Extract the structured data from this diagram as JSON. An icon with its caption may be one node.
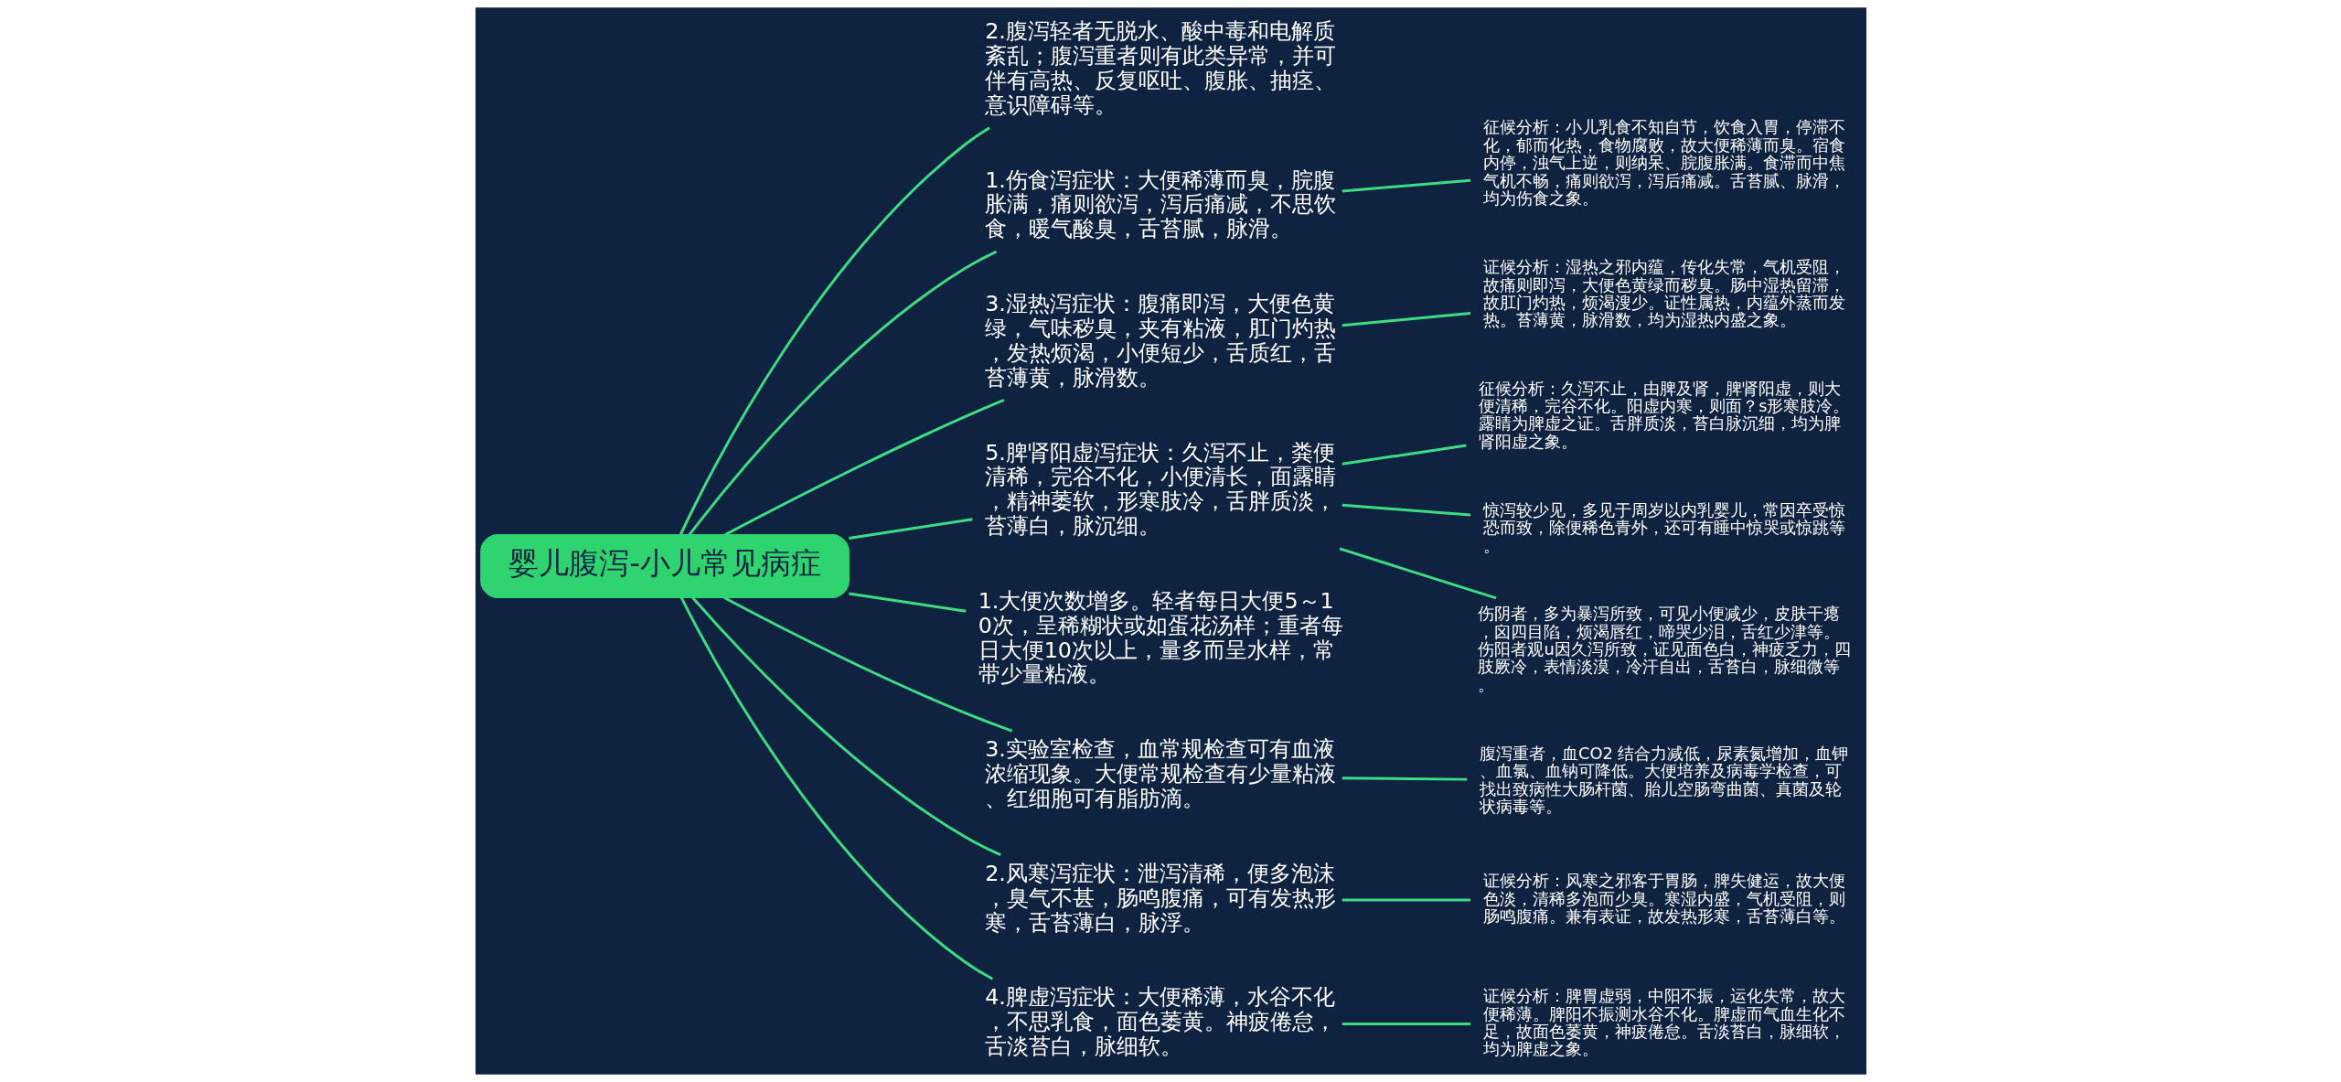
{
  "diagram": {
    "nodes": [
      {
        "text": [
          "婴儿腹泻-小儿常见病症"
        ]
      },
      {
        "text": [
          "2.腹泻轻者无脱水、酸中毒和电解质紊乱；腹泻重者则有此类异常，并可伴有高热、反复呕吐、腹胀、抽痉、意识障碍等。"
        ]
      },
      {
        "text": [
          "1.伤食泻症状：大便稀薄而臭，脘腹胀满，痛则欲泻，泻后痛减，不思饮食，暖气酸臭，舌苔腻，脉滑。"
        ]
      },
      {
        "text": [
          "征候分析：小儿乳食不知自节，饮食入胃，停滞不化，郁而化热，食物腐败，故大便稀薄而臭。宿食内停，浊气上逆，则纳呆、脘腹胀满。食滞而中焦气机不畅，痛则欲泻，泻后痛减。舌苔腻、脉滑，均为伤食之象。"
        ]
      },
      {
        "text": [
          "3.湿热泻症状：腹痛即泻，大便色黄绿，气味秽臭，夹有粘液，肛门灼热，发热烦渴，小便短少，舌质红，舌苔薄黄，脉滑数。"
        ]
      },
      {
        "text": [
          "证候分析：湿热之邪内蕴，传化失常，气机受阻，故痛则即泻，大便色黄绿而秽臭。肠中湿热留滞，故肛门灼热，烦渴溲少。证性属热，内蕴外蒸而发热。苔薄黄，脉滑数，均为湿热内盛之象。"
        ]
      },
      {
        "text": [
          "5.脾肾阳虚泻症状：久泻不止，粪便清稀，完谷不化，小便清长，面露睛，精神萎软，形寒肢冷，舌胖质淡，苔薄白，脉沉细。"
        ]
      },
      {
        "text": [
          "征候分析：久泻不止，由脾及肾，脾肾阳虚，则大便清稀，完谷不化。阳虚内寒，则面？s形寒肢冷。露睛为脾虚之证。舌胖质淡，苔白脉沉细，均为脾肾阳虚之象。"
        ]
      },
      {
        "text": [
          "惊泻较少见，多见于周岁以内乳婴儿，常因卒受惊恐而致，除便稀色青外，还可有睡中惊哭或惊跳等。"
        ]
      },
      {
        "text": [
          "伤阴者，多为暴泻所致，可见小便减少，皮肤干瘪，囟四目陷，烦渴唇红，啼哭少泪，舌红少津等。伤阳者观u因久泻所致，证见面色白，神疲乏力，四肢厥冷，表情淡漠，冷汗自出，舌苔白，脉细微等。"
        ]
      },
      {
        "text": [
          "1.大便次数增多。轻者每日大便5～10次，呈稀糊状或如蛋花汤样；重者每日大便10次以上，量多而呈水样，常带少量粘液。"
        ]
      },
      {
        "text": [
          "3.实验室检查，血常规检查可有血液浓缩现象。大便常规检查有少量粘液、红细胞可有脂肪滴。"
        ]
      },
      {
        "text": [
          "腹泻重者，血CO2 结合力减低，尿素氮增加，血钾、血氯、血钠可降低。大便培养及病毒学检查，可找出致病性大肠杆菌、胎儿空肠弯曲菌、真菌及轮状病毒等。"
        ]
      },
      {
        "text": [
          "2.风寒泻症状：泄泻清稀，便多泡沫，臭气不甚，肠鸣腹痛，可有发热形寒，舌苔薄白，脉浮。"
        ]
      },
      {
        "text": [
          "证候分析：风寒之邪客于胃肠，脾失健运，故大便色淡，清稀多泡而少臭。寒湿内盛，气机受阻，则肠鸣腹痛。兼有表证，故发热形寒，舌苔薄白等。"
        ]
      },
      {
        "text": [
          "4.脾虚泻症状：大便稀薄，水谷不化，不思乳食，面色萎黄。神疲倦怠，舌淡苔白，脉细软。"
        ]
      },
      {
        "text": [
          "证候分析：脾胃虚弱，中阳不振，运化失常，故大便稀薄。脾阳不振测水谷不化。脾虚而气血生化不足，故面色萎黄，神疲倦怠。舌淡苔白，脉细软，均为脾虚之象。"
        ]
      }
    ],
    "edges": [
      {
        "from": 0,
        "to": 1,
        "arrow": "none"
      },
      {
        "from": 0,
        "to": 2,
        "arrow": "none"
      },
      {
        "from": 2,
        "to": 3,
        "arrow": "none"
      },
      {
        "from": 0,
        "to": 4,
        "arrow": "none"
      },
      {
        "from": 4,
        "to": 5,
        "arrow": "none"
      },
      {
        "from": 0,
        "to": 6,
        "arrow": "none"
      },
      {
        "from": 6,
        "to": 7,
        "arrow": "none"
      },
      {
        "from": 6,
        "to": 8,
        "arrow": "none"
      },
      {
        "from": 6,
        "to": 9,
        "arrow": "none"
      },
      {
        "from": 0,
        "to": 10,
        "arrow": "none"
      },
      {
        "from": 0,
        "to": 11,
        "arrow": "none"
      },
      {
        "from": 11,
        "to": 12,
        "arrow": "none"
      },
      {
        "from": 0,
        "to": 13,
        "arrow": "none"
      },
      {
        "from": 13,
        "to": 14,
        "arrow": "none"
      },
      {
        "from": 0,
        "to": 15,
        "arrow": "none"
      },
      {
        "from": 15,
        "to": 16,
        "arrow": "none"
      }
    ]
  }
}
